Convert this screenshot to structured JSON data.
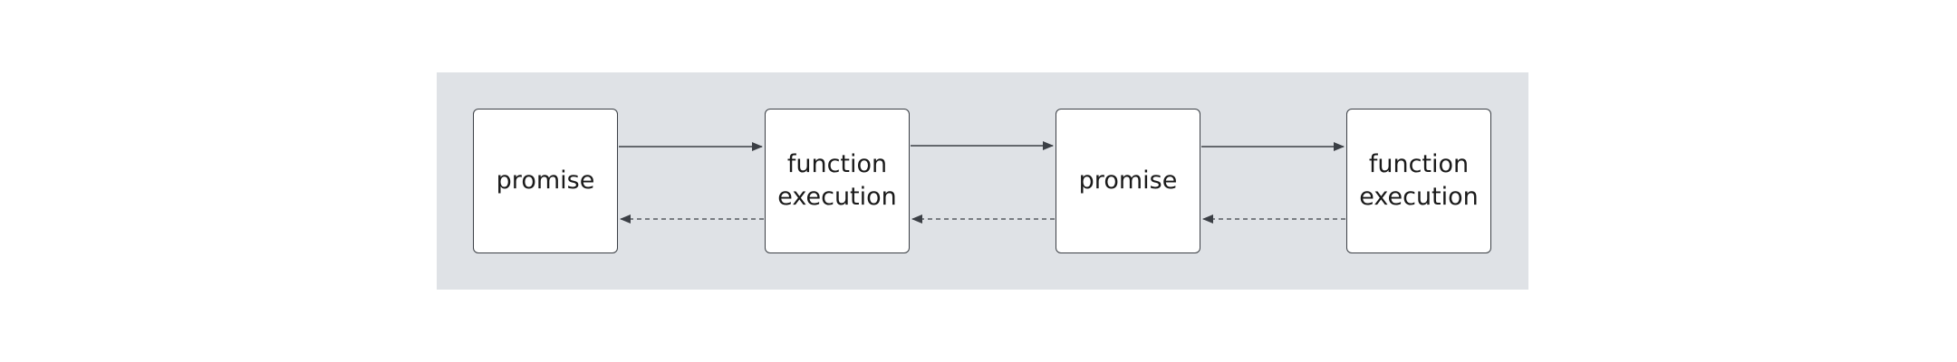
{
  "diagram": {
    "background_color": "#dfe2e6",
    "nodes": [
      {
        "id": "n1",
        "label": "promise"
      },
      {
        "id": "n2",
        "label": "function\nexecution"
      },
      {
        "id": "n3",
        "label": "promise"
      },
      {
        "id": "n4",
        "label": "function\nexecution"
      }
    ],
    "edges": [
      {
        "from": "n1",
        "to": "n2",
        "style": "solid"
      },
      {
        "from": "n2",
        "to": "n3",
        "style": "solid"
      },
      {
        "from": "n3",
        "to": "n4",
        "style": "solid"
      },
      {
        "from": "n2",
        "to": "n1",
        "style": "dashed"
      },
      {
        "from": "n3",
        "to": "n2",
        "style": "dashed"
      },
      {
        "from": "n4",
        "to": "n3",
        "style": "dashed"
      }
    ]
  }
}
